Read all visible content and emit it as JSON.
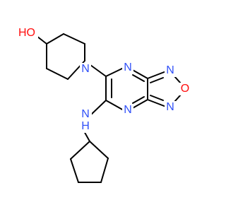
{
  "colors": {
    "bond": "#000000",
    "oxygen": "#ff0d0d",
    "nitrogen": "#3050f8",
    "background": "#ffffff"
  },
  "atoms": {
    "hydroxyl": "HO",
    "piperidine_n": "N",
    "pyrazine_n_top": "N",
    "pyrazine_n_bottom": "N",
    "oxadiazole_n_top": "N",
    "oxadiazole_o": "O",
    "oxadiazole_n_bottom": "N",
    "amine_n": "N",
    "amine_h": "H"
  }
}
